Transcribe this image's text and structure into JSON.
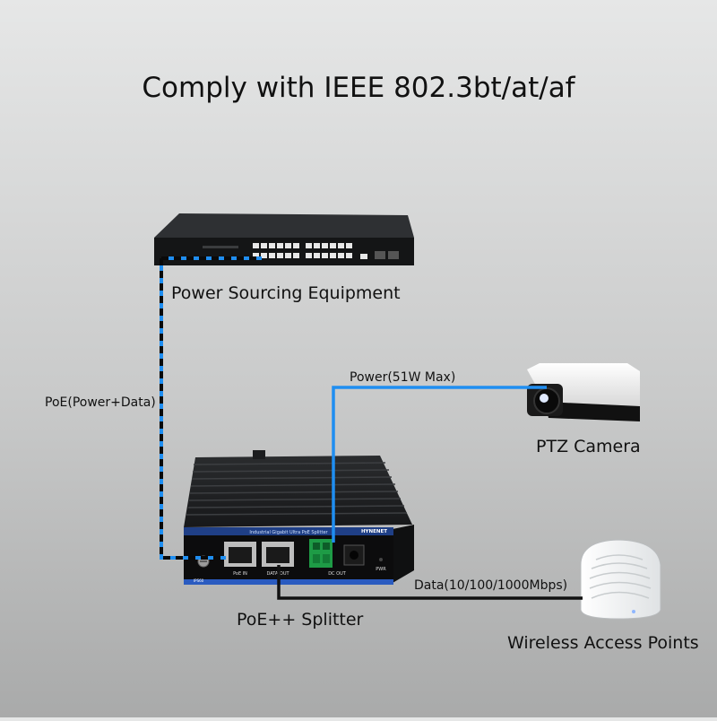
{
  "title": "Comply with IEEE 802.3bt/at/af",
  "devices": {
    "pse": {
      "label": "Power Sourcing Equipment",
      "icon": "network-switch"
    },
    "camera": {
      "label": "PTZ Camera",
      "icon": "bullet-camera"
    },
    "splitter": {
      "label": "PoE++ Splitter",
      "icon": "poe-splitter",
      "brand": "HYNENET",
      "model": "IPS60",
      "strip_text": "Industrial Gigabit Ultra PoE Splitter",
      "port_poe_in": "PoE IN",
      "port_data_out": "DATA OUT",
      "port_dc_out": "DC OUT",
      "led_pwr": "PWR"
    },
    "access_point": {
      "label": "Wireless Access Points",
      "icon": "ceiling-access-point"
    }
  },
  "links": {
    "poe": {
      "label": "PoE(Power+Data)",
      "color": "#1f8ef1"
    },
    "power": {
      "label": "Power(51W Max)",
      "color": "#1f8ef1"
    },
    "data": {
      "label": "Data(10/100/1000Mbps)",
      "color": "#111111"
    }
  }
}
